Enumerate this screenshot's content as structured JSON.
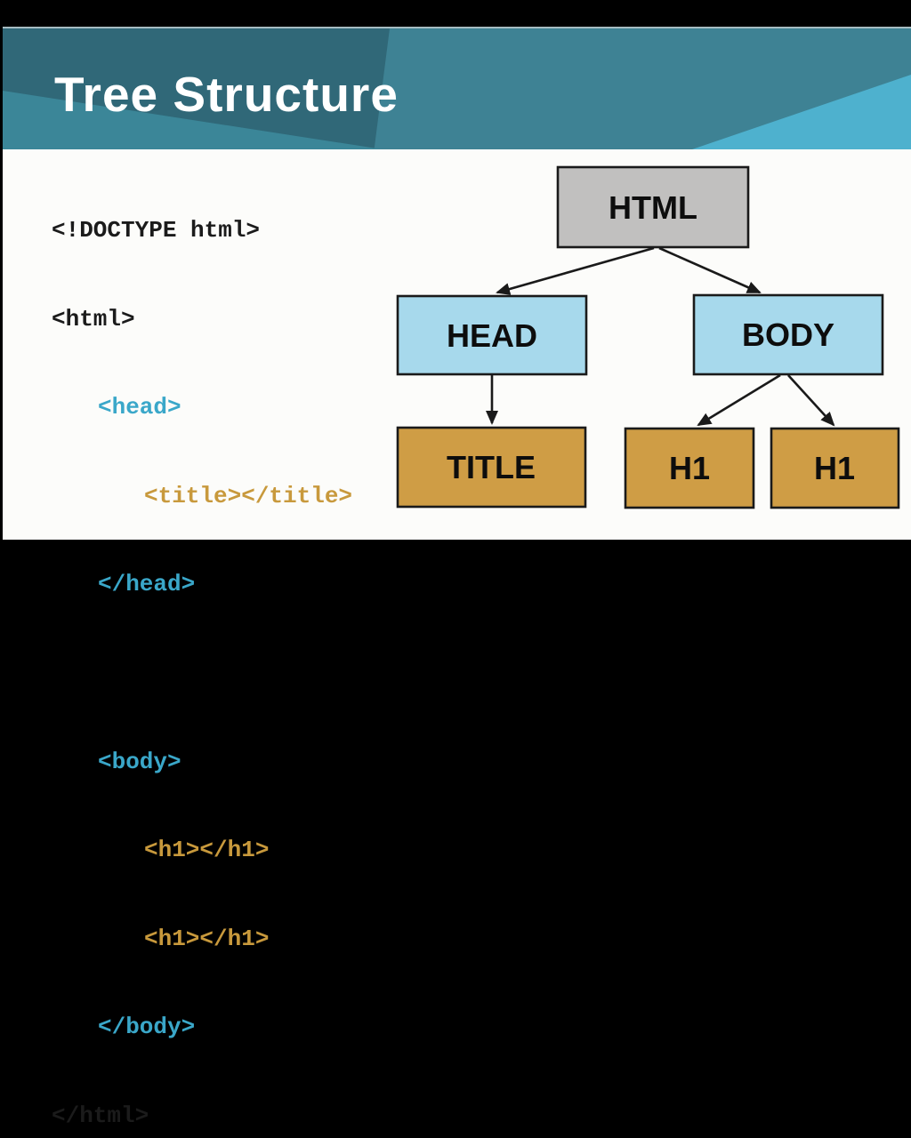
{
  "slide": {
    "title": "Tree Structure"
  },
  "code": {
    "lines": [
      {
        "text": "<!DOCTYPE html>",
        "color": "black",
        "indent": 0
      },
      {
        "text": "<html>",
        "color": "black",
        "indent": 0
      },
      {
        "text": "<head>",
        "color": "blue",
        "indent": 1
      },
      {
        "text": "<title></title>",
        "color": "gold",
        "indent": 2
      },
      {
        "text": "</head>",
        "color": "blue",
        "indent": 1
      },
      {
        "text": "",
        "color": "black",
        "indent": 0
      },
      {
        "text": "<body>",
        "color": "blue",
        "indent": 1
      },
      {
        "text": "<h1></h1>",
        "color": "gold",
        "indent": 2
      },
      {
        "text": "<h1></h1>",
        "color": "gold",
        "indent": 2
      },
      {
        "text": "</body>",
        "color": "blue",
        "indent": 1
      },
      {
        "text": "</html>",
        "color": "black",
        "indent": 0
      }
    ],
    "colors": {
      "black": "#1b1b1b",
      "blue": "#3aa7c9",
      "gold": "#c8993c"
    }
  },
  "diagram": {
    "nodes": {
      "html": {
        "label": "HTML",
        "fill": "#c1c0bf"
      },
      "head": {
        "label": "HEAD",
        "fill": "#a7d9ec"
      },
      "body": {
        "label": "BODY",
        "fill": "#a7d9ec"
      },
      "title": {
        "label": "TITLE",
        "fill": "#cf9d45"
      },
      "h1a": {
        "label": "H1",
        "fill": "#cf9d45"
      },
      "h1b": {
        "label": "H1",
        "fill": "#cf9d45"
      }
    },
    "stroke": "#1a1a1a"
  },
  "theme": {
    "letterbox": "#000000",
    "slide_bg": "#fcfcfa",
    "header_teal_left": "#306878",
    "header_teal_right": "#3e8294",
    "header_wedge_left": "#3b8698",
    "header_wedge_right": "#4eb1ce",
    "title_color": "#ffffff"
  }
}
